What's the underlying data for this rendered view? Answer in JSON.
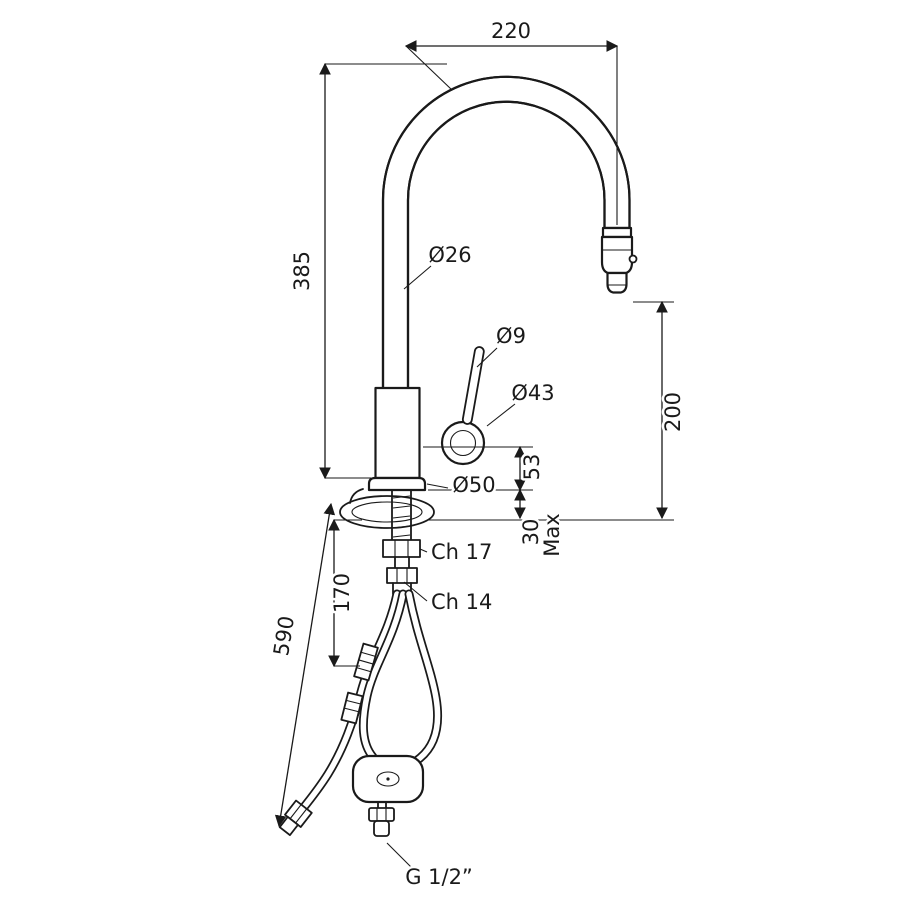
{
  "drawing": {
    "labels": {
      "spout_reach": "220",
      "spout_height": "385",
      "spout_tube_diameter": "Ø26",
      "lever_diameter": "Ø9",
      "cartridge_diameter": "Ø43",
      "base_diameter": "Ø50",
      "body_height": "53",
      "deck_max_value": "30",
      "deck_max_word": "Max",
      "outlet_clearance": "200",
      "nut_size_upper": "Ch 17",
      "nut_size_lower": "Ch 14",
      "shank_length": "170",
      "hose_drop": "590",
      "thread": "G 1/2”"
    }
  }
}
